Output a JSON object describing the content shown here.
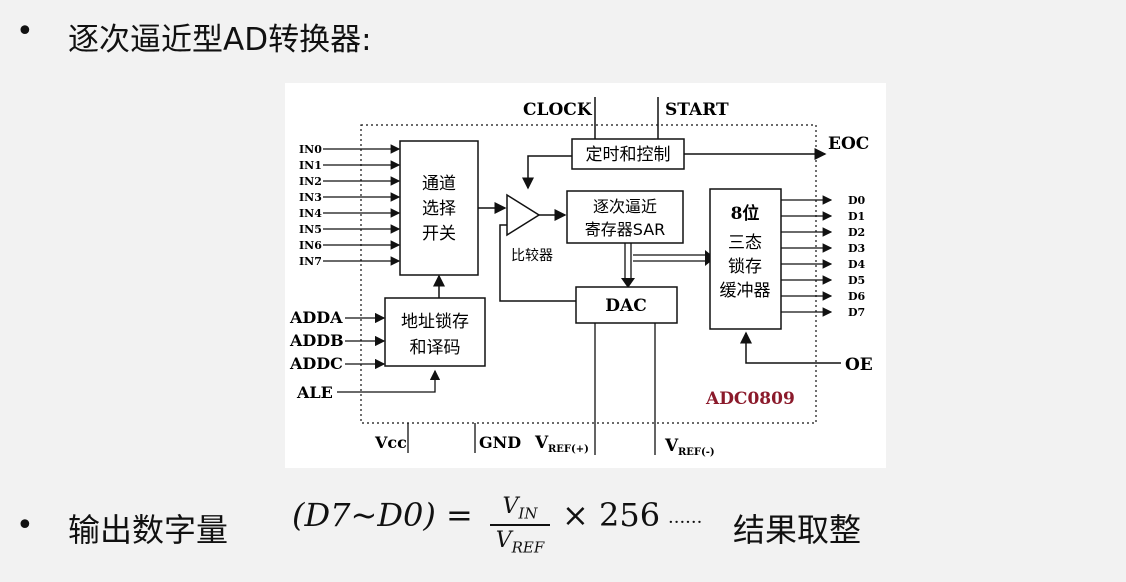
{
  "slide": {
    "bullet": "•",
    "title": "逐次逼近型AD转换器:",
    "output_label": "输出数字量",
    "formula_lhs": "(D7~D0) =",
    "formula_num": "V",
    "formula_num_sub": "IN",
    "formula_den": "V",
    "formula_den_sub": "REF",
    "formula_rhs": "× 256",
    "ellipsis": "······",
    "result_note": "结果取整"
  },
  "diagram": {
    "clock": "CLOCK",
    "start": "START",
    "eoc": "EOC",
    "timing_block": "定时和控制",
    "mux_block": [
      "通道",
      "选择",
      "开关"
    ],
    "comparator": "比较器",
    "sar_block": [
      "逐次逼近",
      "寄存器SAR"
    ],
    "latch_block": [
      "8位",
      "三态",
      "锁存",
      "缓冲器"
    ],
    "dac_block": "DAC",
    "addr_block": [
      "地址锁存",
      "和译码"
    ],
    "inputs": [
      "IN0",
      "IN1",
      "IN2",
      "IN3",
      "IN4",
      "IN5",
      "IN6",
      "IN7"
    ],
    "address_lines": [
      "ADDA",
      "ADDB",
      "ADDC"
    ],
    "ale": "ALE",
    "outputs": [
      "D0",
      "D1",
      "D2",
      "D3",
      "D4",
      "D5",
      "D6",
      "D7"
    ],
    "oe": "OE",
    "chip_name": "ADC0809",
    "vcc": "Vcc",
    "gnd": "GND",
    "vref_plus": "V",
    "vref_plus_sub": "REF(+)",
    "vref_minus": "V",
    "vref_minus_sub": "REF(-)",
    "chip_name_color": "#8b1a2b"
  }
}
